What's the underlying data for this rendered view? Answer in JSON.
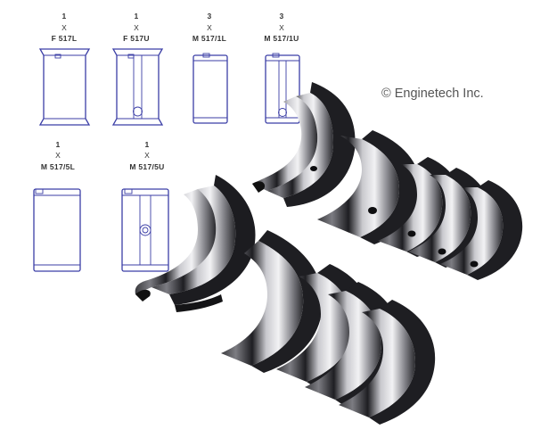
{
  "copyright": "© Enginetech Inc.",
  "diagrams": [
    {
      "qty": "1",
      "x": "X",
      "code": "F 517L"
    },
    {
      "qty": "1",
      "x": "X",
      "code": "F 517U"
    },
    {
      "qty": "3",
      "x": "X",
      "code": "M 517/1L"
    },
    {
      "qty": "3",
      "x": "X",
      "code": "M 517/1U"
    },
    {
      "qty": "1",
      "x": "X",
      "code": "M 517/5L"
    },
    {
      "qty": "1",
      "x": "X",
      "code": "M 517/5U"
    }
  ],
  "colors": {
    "diagram_line": "#3b3ea6",
    "bearing_dark": "#2f2f33",
    "bearing_light": "#d9d9dd"
  }
}
